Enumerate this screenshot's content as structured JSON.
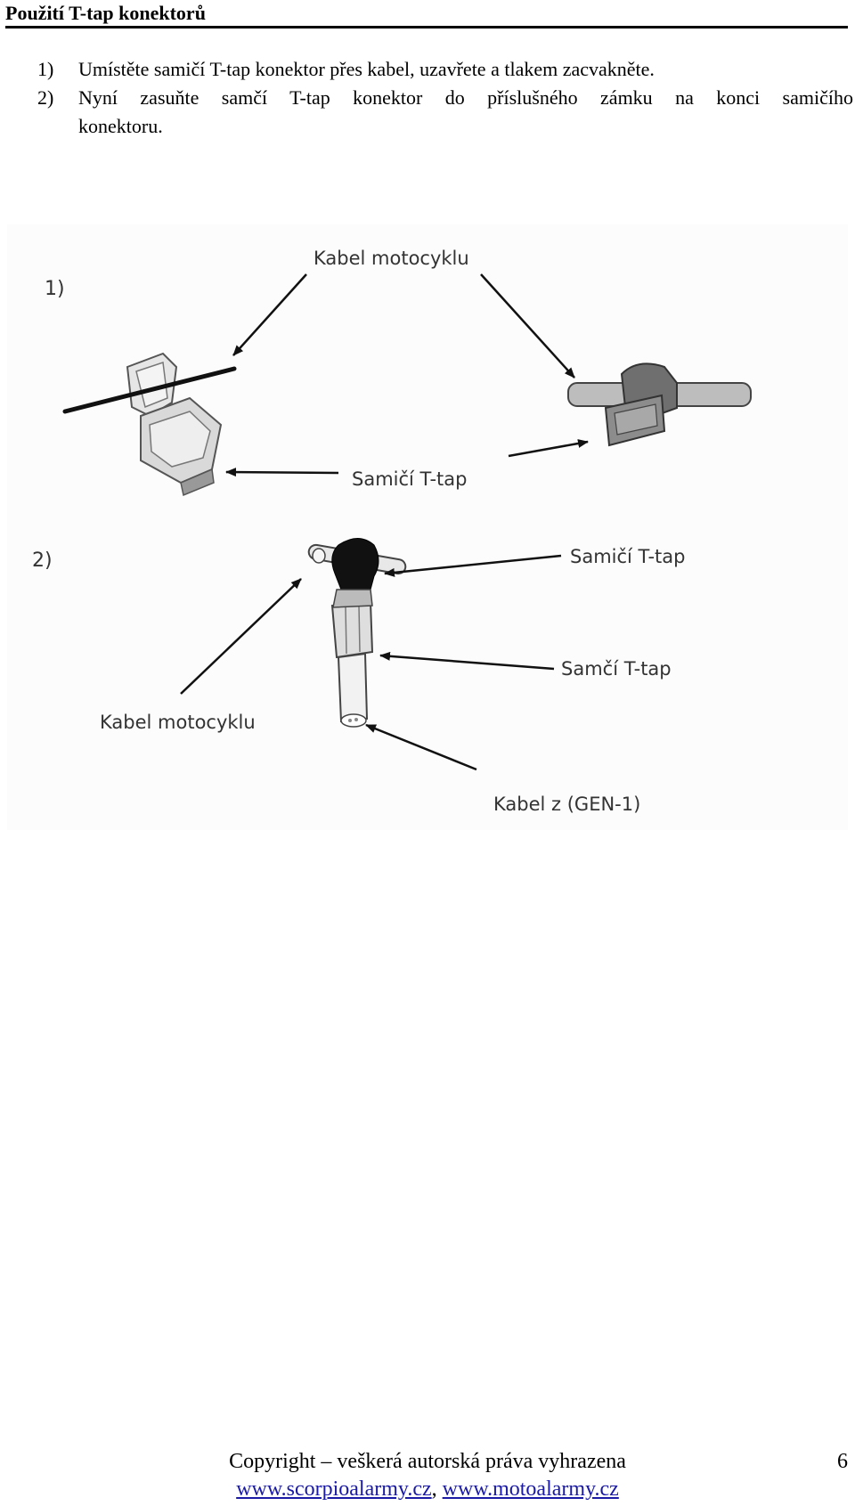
{
  "heading": "Použití T-tap konektorů",
  "steps": [
    {
      "num": "1)",
      "text": "Umístěte samičí T-tap konektor přes kabel, uzavřete a tlakem zacvakněte."
    },
    {
      "num": "2)",
      "text": "Nyní zasuňte samčí T-tap konektor do příslušného zámku na konci samičího",
      "continuation": "konektoru."
    }
  ],
  "figure": {
    "step1_number": "1)",
    "step2_number": "2)",
    "labels": {
      "kabel_motocyklu_1": "Kabel motocyklu",
      "samici_ttap_1": "Samičí T-tap",
      "samici_ttap_2": "Samičí T-tap",
      "samci_ttap": "Samčí T-tap",
      "kabel_motocyklu_2": "Kabel motocyklu",
      "kabel_gen": "Kabel z (GEN-1)"
    }
  },
  "footer": {
    "copyright": "Copyright – veškerá autorská práva vyhrazena",
    "link1": "www.scorpioalarmy.cz",
    "separator": ", ",
    "link2": "www.motoalarmy.cz",
    "page_number": "6"
  }
}
